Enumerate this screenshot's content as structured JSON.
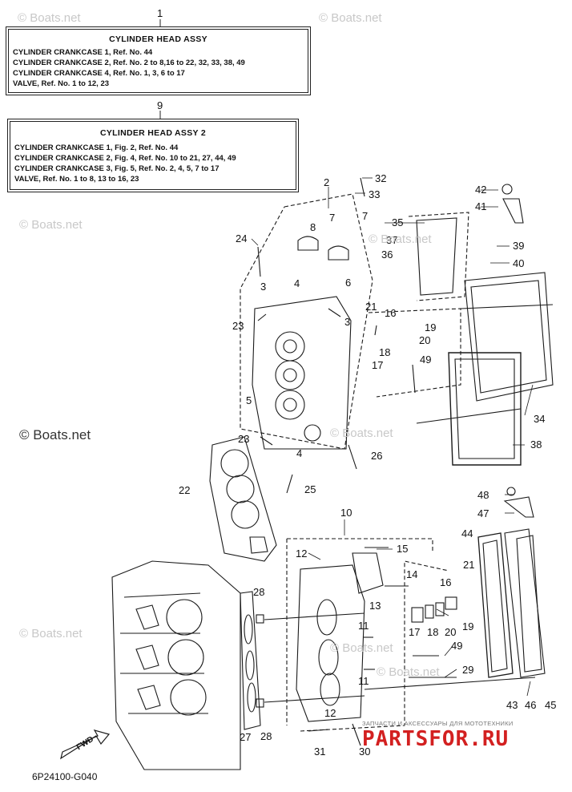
{
  "box1": {
    "ref": "1",
    "title": "CYLINDER HEAD ASSY",
    "lines": [
      "CYLINDER CRANKCASE 1, Ref. No. 44",
      "CYLINDER CRANKCASE 2, Ref. No. 2 to 8,16 to 22, 32, 33, 38, 49",
      "CYLINDER CRANKCASE 4, Ref. No. 1, 3, 6 to 17",
      "VALVE, Ref. No. 1 to 12, 23"
    ]
  },
  "box2": {
    "ref": "9",
    "title": "CYLINDER HEAD ASSY 2",
    "lines": [
      "CYLINDER CRANKCASE 1, Fig. 2, Ref. No. 44",
      "CYLINDER CRANKCASE 2, Fig. 4, Ref. No. 10 to 21, 27, 44, 49",
      "CYLINDER CRANKCASE 3, Fig. 5, Ref. No. 2, 4, 5, 7 to 17",
      "VALVE, Ref. No. 1 to 8, 13 to 16, 23"
    ]
  },
  "callouts": {
    "c32": "32",
    "c33": "33",
    "c2": "2",
    "c7a": "7",
    "c7b": "7",
    "c8": "8",
    "c24": "24",
    "c3a": "3",
    "c4a": "4",
    "c6": "6",
    "c3b": "3",
    "c23a": "23",
    "c21a": "21",
    "c16a": "16",
    "c19a": "19",
    "c20a": "20",
    "c18a": "18",
    "c17a": "17",
    "c49a": "49",
    "c5": "5",
    "c23b": "23",
    "c4b": "4",
    "c26": "26",
    "c25": "25",
    "c22": "22",
    "c35": "35",
    "c37": "37",
    "c36": "36",
    "c42": "42",
    "c41": "41",
    "c39": "39",
    "c40": "40",
    "c34": "34",
    "c38": "38",
    "c10": "10",
    "c12a": "12",
    "c15": "15",
    "c14": "14",
    "c13": "13",
    "c16b": "16",
    "c21b": "21",
    "c17b": "17",
    "c18b": "18",
    "c20b": "20",
    "c19b": "19",
    "c11a": "11",
    "c11b": "11",
    "c49b": "49",
    "c29": "29",
    "c28a": "28",
    "c28b": "28",
    "c27": "27",
    "c12b": "12",
    "c31": "31",
    "c30": "30",
    "c48": "48",
    "c47": "47",
    "c44": "44",
    "c43": "43",
    "c46": "46",
    "c45": "45"
  },
  "watermarks": [
    "© Boats.net",
    "© Boats.net",
    "© Boats.net",
    "© Boats.net",
    "© Boats.net",
    "© Boats.net",
    "© Boats.net",
    "© Boats.net"
  ],
  "brand_watermark": "© Boats.net",
  "fwd_label": "FWD",
  "diagram_code": "6P24100-G040",
  "stamp": {
    "subtitle": "ЗАПЧАСТИ И АКСЕССУАРЫ ДЛЯ МОТОТЕХНИКИ",
    "logo": "PARTSFOR.RU"
  }
}
